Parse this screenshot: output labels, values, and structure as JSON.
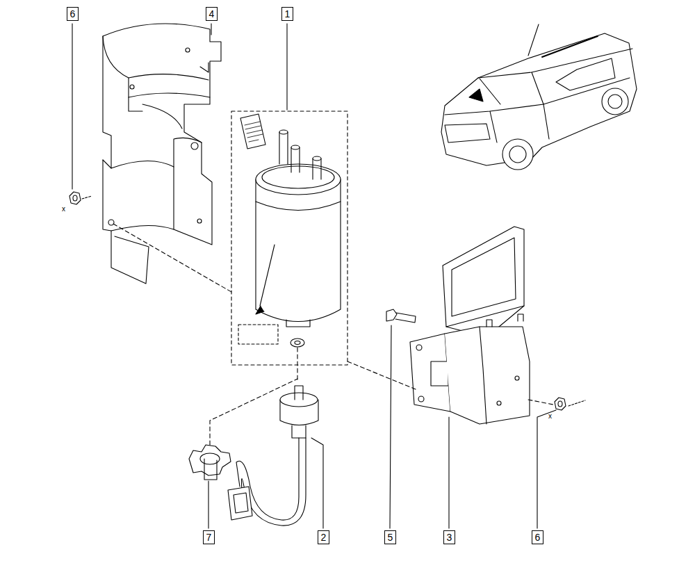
{
  "diagram": {
    "labels": [
      "6",
      "4",
      "1",
      "x",
      "x",
      "7",
      "2",
      "5",
      "3",
      "6"
    ]
  }
}
